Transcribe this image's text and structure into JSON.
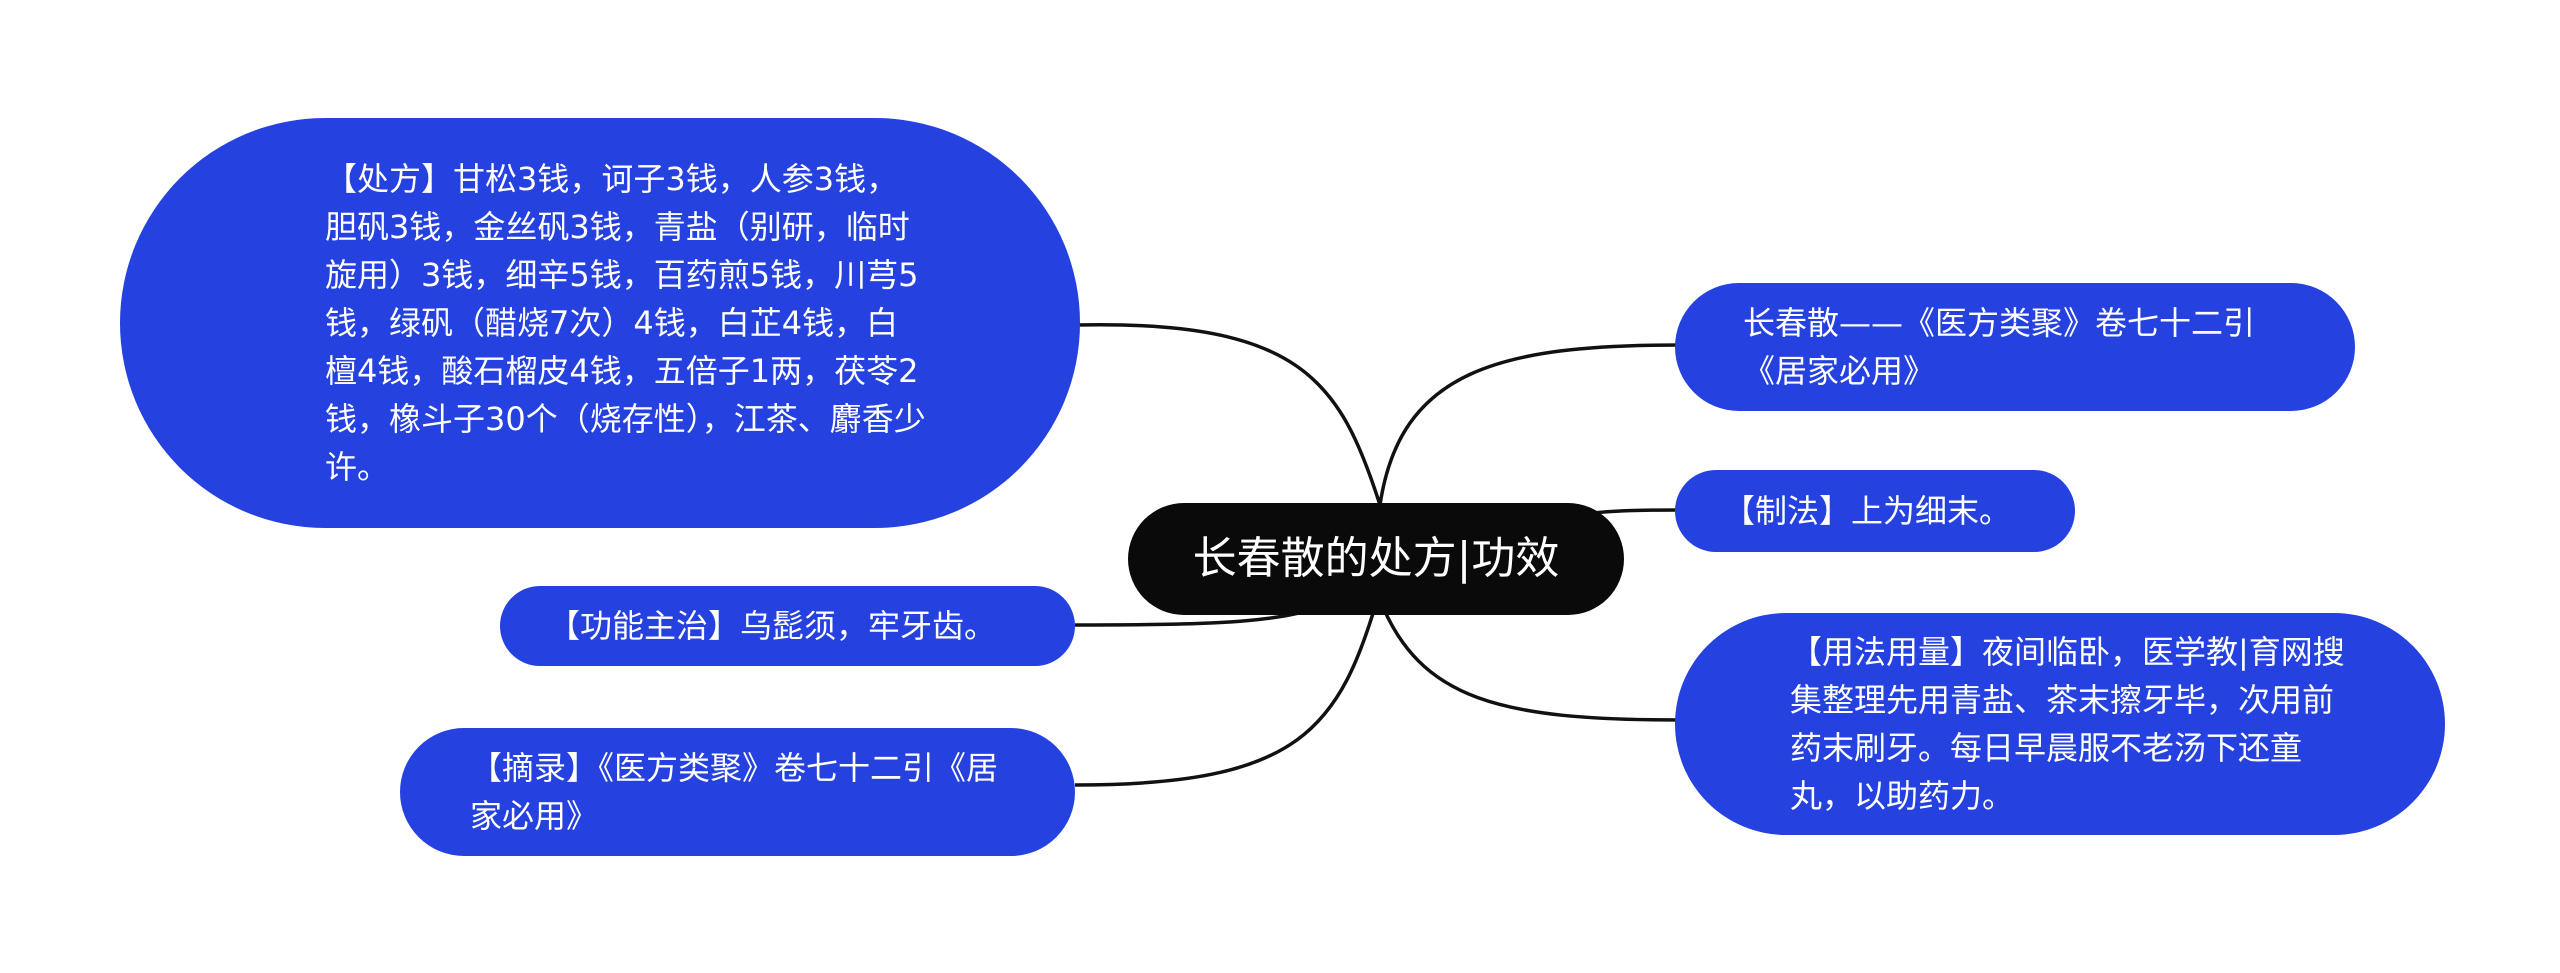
{
  "mindmap": {
    "center": {
      "label": "长春散的处方|功效"
    },
    "nodes": [
      {
        "id": "prescription",
        "side": "left",
        "label": "【处方】甘松3钱，诃子3钱，人参3钱，胆矾3钱，金丝矾3钱，青盐（别研，临时旋用）3钱，细辛5钱，百药煎5钱，川芎5钱，绿矾（醋烧7次）4钱，白芷4钱，白檀4钱，酸石榴皮4钱，五倍子1两，茯苓2钱，橡斗子30个（烧存性），江茶、麝香少许。"
      },
      {
        "id": "function",
        "side": "left",
        "label": "【功能主治】乌髭须，牢牙齿。"
      },
      {
        "id": "excerpt",
        "side": "left",
        "label": "【摘录】《医方类聚》卷七十二引《居家必用》"
      },
      {
        "id": "source",
        "side": "right",
        "label": "长春散——《医方类聚》卷七十二引《居家必用》"
      },
      {
        "id": "preparation",
        "side": "right",
        "label": "【制法】上为细末。"
      },
      {
        "id": "usage",
        "side": "right",
        "label": "【用法用量】夜间临卧，医学教|育网搜集整理先用青盐、茶末擦牙毕，次用前药末刷牙。每日早晨服不老汤下还童丸，以助药力。"
      }
    ]
  }
}
